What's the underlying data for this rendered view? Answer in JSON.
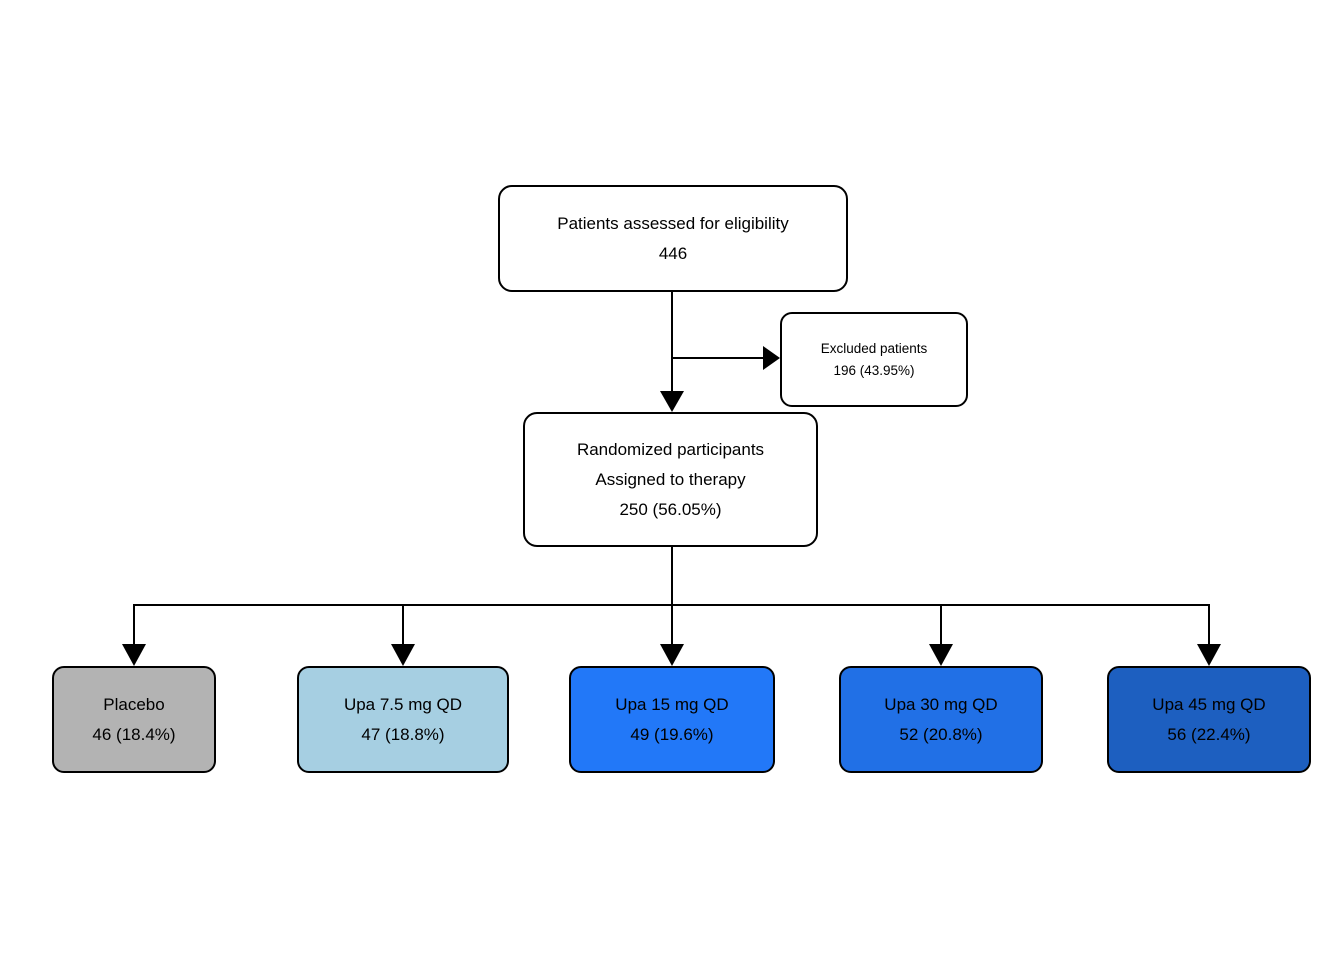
{
  "diagram": {
    "eligibility": {
      "line1": "Patients assessed for eligibility",
      "line2": "446"
    },
    "excluded": {
      "line1": "Excluded patients",
      "line2": "196 (43.95%)"
    },
    "randomized": {
      "line1": "Randomized participants",
      "line2": "Assigned to therapy",
      "line3": "250 (56.05%)"
    },
    "arms": [
      {
        "label": "Placebo",
        "count": "46 (18.4%)",
        "color": "#b3b3b3"
      },
      {
        "label": "Upa 7.5 mg QD",
        "count": "47 (18.8%)",
        "color": "#a6cfe2"
      },
      {
        "label": "Upa 15 mg QD",
        "count": "49 (19.6%)",
        "color": "#2278f8"
      },
      {
        "label": "Upa 30 mg QD",
        "count": "52 (20.8%)",
        "color": "#2170e6"
      },
      {
        "label": "Upa 45 mg QD",
        "count": "56 (22.4%)",
        "color": "#1d5fc0"
      }
    ],
    "colors": {
      "line": "#000000",
      "box_border": "#000000",
      "box_fill": "#ffffff",
      "text": "#000000"
    }
  }
}
